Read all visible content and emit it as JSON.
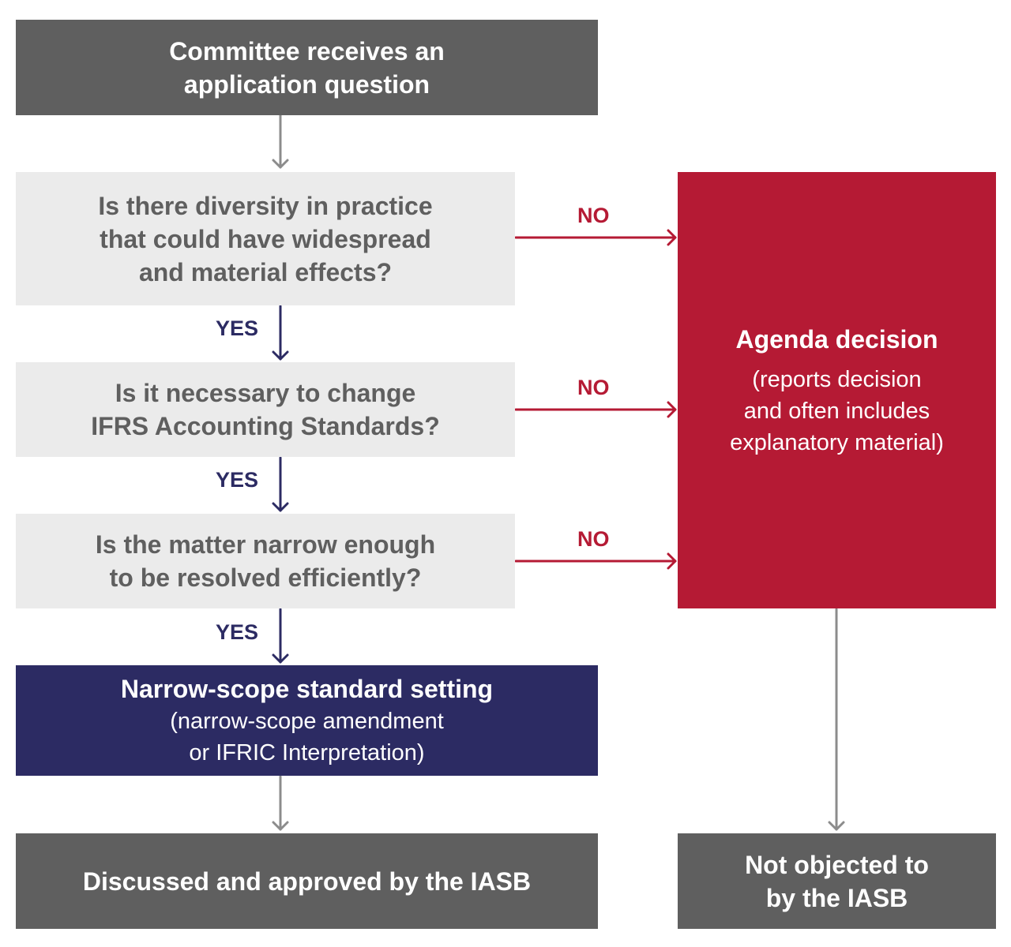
{
  "colors": {
    "start_box": "#5f5f5f",
    "question_box": "#ebebeb",
    "question_text": "#5f5f5f",
    "standard_setting_box": "#2c2b63",
    "agenda_decision_box": "#b51a34",
    "yes_arrow": "#2c2b63",
    "no_arrow": "#b51a34",
    "neutral_arrow": "#8c8c8c"
  },
  "start": {
    "text": "Committee receives an\napplication question"
  },
  "questions": [
    {
      "text": "Is there diversity in practice\nthat could have widespread\nand material effects?",
      "yes_label": "YES",
      "no_label": "NO"
    },
    {
      "text": "Is it necessary to change\nIFRS Accounting Standards?",
      "yes_label": "YES",
      "no_label": "NO"
    },
    {
      "text": "Is the matter narrow enough\nto be resolved efficiently?",
      "yes_label": "YES",
      "no_label": "NO"
    }
  ],
  "standard_setting": {
    "title": "Narrow-scope standard setting",
    "subtitle": "(narrow-scope amendment\nor IFRIC Interpretation)"
  },
  "agenda_decision": {
    "title": "Agenda decision",
    "subtitle": "(reports decision\nand often includes\nexplanatory material)"
  },
  "outcome_left": {
    "text": "Discussed and approved by the IASB"
  },
  "outcome_right": {
    "text": "Not objected to\nby the IASB"
  }
}
